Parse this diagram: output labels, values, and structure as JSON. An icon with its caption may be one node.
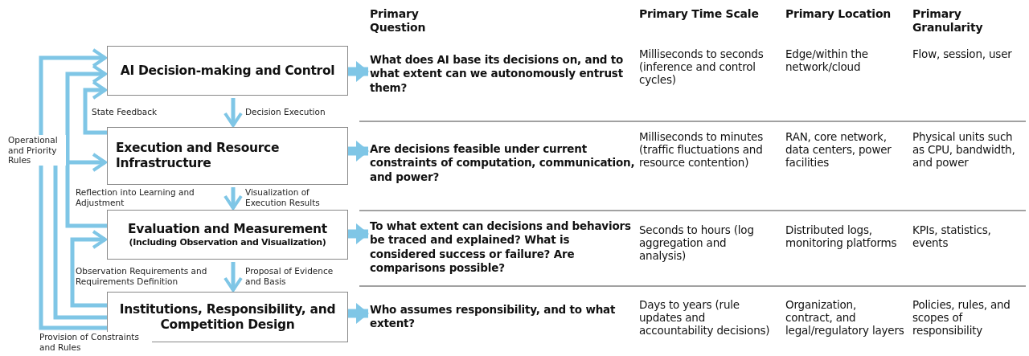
{
  "diagram": {
    "nodes": [
      {
        "text": [
          "AI Decision-making and Control"
        ]
      },
      {
        "text": [
          "Execution and Resource Infrastructure"
        ]
      },
      {
        "text": [
          "Evaluation and Measurement",
          "(Including Observation and Visualization)"
        ]
      },
      {
        "text": [
          "Institutions, Responsibility, and Competition Design"
        ]
      },
      {
        "text": [
          "What does AI base its decisions on, and to what extent can we autonomously entrust them?"
        ]
      },
      {
        "text": [
          "Are decisions feasible under current constraints of computation, communication, and power?"
        ]
      },
      {
        "text": [
          "To what extent can decisions and behaviors be traced and explained? What is considered success or failure? Are comparisons possible?"
        ]
      },
      {
        "text": [
          "Who assumes responsibility, and to what extent?"
        ]
      }
    ],
    "edges": [
      {
        "from": 0,
        "to": 1,
        "arrow": "to",
        "label": "Decision Execution"
      },
      {
        "from": 1,
        "to": 2,
        "arrow": "to",
        "label": "Visualization of Execution Results"
      },
      {
        "from": 2,
        "to": 3,
        "arrow": "to",
        "label": "Proposal of Evidence and Basis"
      },
      {
        "from": 1,
        "to": 0,
        "arrow": "to",
        "label": "State Feedback"
      },
      {
        "from": 2,
        "to": 0,
        "arrow": "to",
        "label": "Reflection into Learning and Adjustment"
      },
      {
        "from": 3,
        "to": 2,
        "arrow": "to",
        "label": "Observation Requirements and Requirements Definition"
      },
      {
        "from": 3,
        "to": 1,
        "arrow": "to",
        "label": "Operational and Priority Rules"
      },
      {
        "from": 3,
        "to": 0,
        "arrow": "to",
        "label": "Provision of Constraints and Rules"
      },
      {
        "from": 0,
        "to": 4,
        "arrow": "to",
        "style": "thick"
      },
      {
        "from": 1,
        "to": 5,
        "arrow": "to",
        "style": "thick"
      },
      {
        "from": 2,
        "to": 6,
        "arrow": "to",
        "style": "thick"
      },
      {
        "from": 3,
        "to": 7,
        "arrow": "to",
        "style": "thick"
      }
    ],
    "labels": [
      "Primary Question",
      "Primary Time Scale",
      "Primary Location",
      "Primary Granularity",
      "Milliseconds to seconds (inference and control cycles)",
      "Edge/within the network/cloud",
      "Flow, session, user",
      "Milliseconds to minutes (traffic fluctuations and resource contention)",
      "RAN, core network, data centers, power facilities",
      "Physical units such as CPU, bandwidth, and power",
      "Seconds to hours (log aggregation and analysis)",
      "Distributed logs, monitoring platforms",
      "KPIs, statistics, events",
      "Days to years (rule updates and accountability decisions)",
      "Organization, contract, and legal/regulatory layers",
      "Policies, rules, and scopes of responsibility"
    ]
  }
}
